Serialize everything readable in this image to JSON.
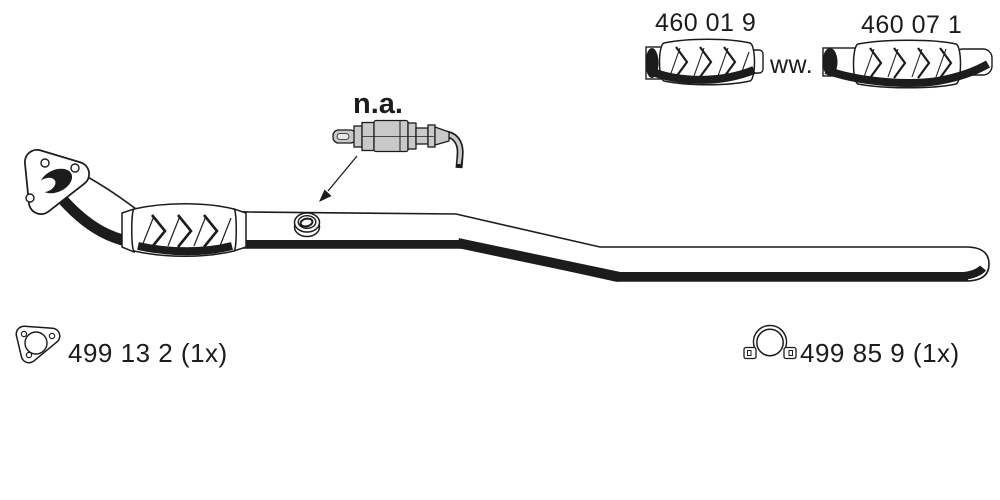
{
  "diagram": {
    "kind": "exhaust-front-pipe-parts-diagram",
    "labels": {
      "flex_connector_1": "460 01 9",
      "flex_connector_2": "460 07 1",
      "option_separator": "ww.",
      "sensor_note": "n.a.",
      "gasket_part": "499 13 2 (1x)",
      "clamp_part": "499 85 9 (1x)"
    },
    "icons": {
      "sensor": "lambda-sensor-icon",
      "arrow": "pointer-arrow-icon",
      "gasket": "gasket-icon",
      "clamp": "pipe-clamp-icon",
      "flex_connector": "flex-pipe-connector-icon",
      "flange": "exhaust-flange-icon"
    },
    "colors": {
      "background": "#ffffff",
      "line": "#1c1c1c",
      "sensor_fill": "#c9c9c9"
    }
  }
}
